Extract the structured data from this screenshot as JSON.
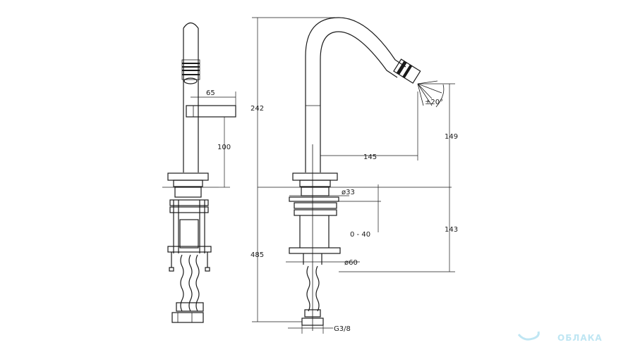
{
  "dimensions": {
    "side_spout_depth": "65",
    "side_lever_height": "100",
    "total_height": "242",
    "spout_projection": "145",
    "spout_outlet_height": "149",
    "spray_angle": "±20°",
    "base_diameter": "ø33",
    "counter_thickness": "0 - 40",
    "below_counter": "143",
    "pipe_length": "485",
    "flange_diameter": "ø60",
    "thread": "G3/8"
  },
  "watermark": {
    "text": "ОБЛАКА",
    "color": "#bfe6f3"
  }
}
